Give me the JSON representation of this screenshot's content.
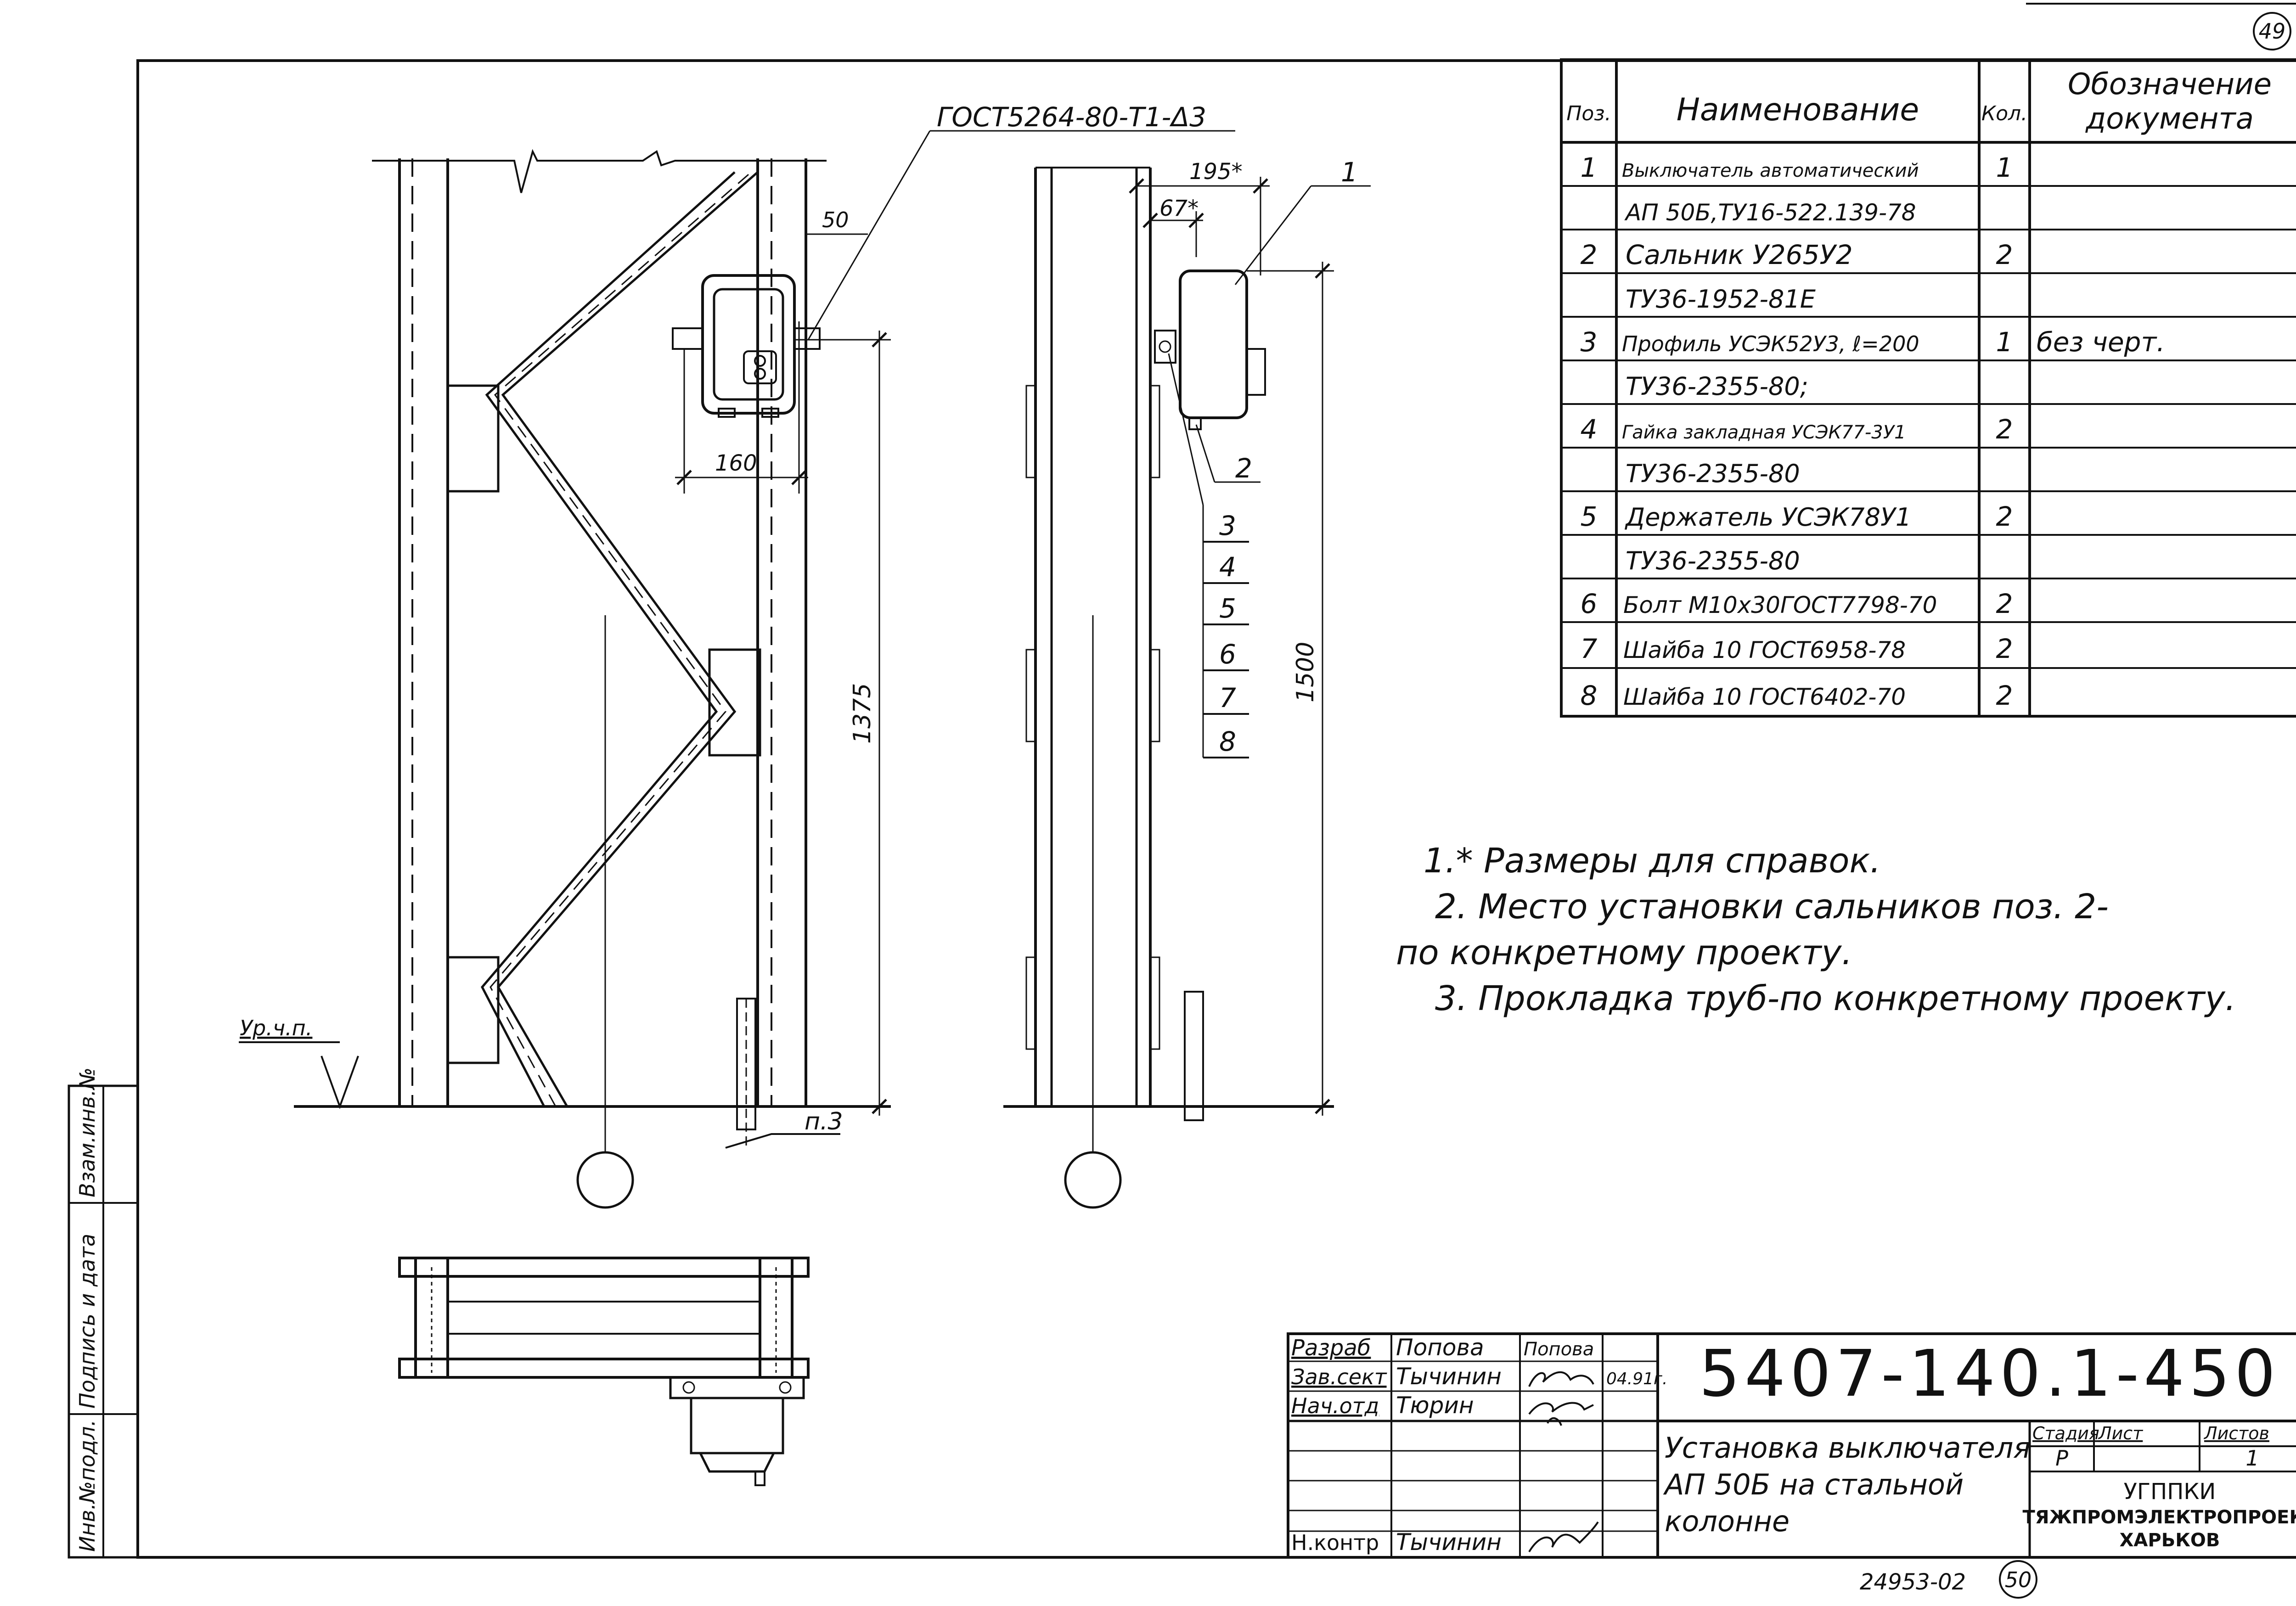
{
  "sheet_number_top": "49",
  "sheet_number_bottom": "50",
  "archive_number": "24953-02",
  "drawing": {
    "weld_note": "ГОСТ5264-80-Т1-Δ3",
    "dim_50": "50",
    "dim_160": "160",
    "dim_1375": "1375",
    "dim_195": "195*",
    "dim_67": "67*",
    "dim_1500": "1500",
    "level_label": "Ур.ч.п.",
    "pipe_label": "п.3",
    "callouts": [
      "1",
      "2",
      "3",
      "4",
      "5",
      "6",
      "7",
      "8"
    ]
  },
  "spec_table": {
    "headers": {
      "pos": "Поз.",
      "name": "Наименование",
      "qty": "Кол.",
      "doc_line1": "Обозначение",
      "doc_line2": "документа"
    },
    "rows": [
      {
        "pos": "1",
        "name": "Выключатель автоматический",
        "qty": "1",
        "doc": ""
      },
      {
        "pos": "",
        "name": "АП 50Б,ТУ16-522.139-78",
        "qty": "",
        "doc": ""
      },
      {
        "pos": "2",
        "name": "Сальник У265У2",
        "qty": "2",
        "doc": ""
      },
      {
        "pos": "",
        "name": "ТУ36-1952-81Е",
        "qty": "",
        "doc": ""
      },
      {
        "pos": "3",
        "name": "Профиль УСЭК52У3, ℓ=200",
        "qty": "1",
        "doc": "без черт."
      },
      {
        "pos": "",
        "name": "ТУ36-2355-80;",
        "qty": "",
        "doc": ""
      },
      {
        "pos": "4",
        "name": "Гайка закладная УСЭК77-3У1",
        "qty": "2",
        "doc": ""
      },
      {
        "pos": "",
        "name": "ТУ36-2355-80",
        "qty": "",
        "doc": ""
      },
      {
        "pos": "5",
        "name": "Держатель УСЭК78У1",
        "qty": "2",
        "doc": ""
      },
      {
        "pos": "",
        "name": "ТУ36-2355-80",
        "qty": "",
        "doc": ""
      },
      {
        "pos": "6",
        "name": "Болт М10х30ГОСТ7798-70",
        "qty": "2",
        "doc": ""
      },
      {
        "pos": "7",
        "name": "Шайба 10 ГОСТ6958-78",
        "qty": "2",
        "doc": ""
      },
      {
        "pos": "8",
        "name": "Шайба 10 ГОСТ6402-70",
        "qty": "2",
        "doc": ""
      }
    ]
  },
  "notes": [
    "1.* Размеры для справок.",
    "2. Место установки сальников поз. 2-",
    "по конкретному проекту.",
    "3. Прокладка труб-по конкретному проекту."
  ],
  "side_stamp": [
    "Инв.№подл.",
    "Подпись и дата",
    "Взам.инв.№"
  ],
  "title_block": {
    "designation": "5407-140.1-450",
    "title_line1": "Установка выключателя",
    "title_line2": "АП 50Б на стальной",
    "title_line3": "колонне",
    "roles": [
      "Разраб",
      "Зав.сект",
      "Нач.отд",
      "Н.контр"
    ],
    "names": [
      "Попова",
      "Тычинин",
      "Тюрин",
      "Тычинин"
    ],
    "sign_popova": "Попова",
    "date": "04.91г.",
    "stage_label": "Стадия",
    "sheet_label": "Лист",
    "sheets_label": "Листов",
    "stage": "Р",
    "sheets": "1",
    "org_line1": "УГППКИ",
    "org_line2": "ТЯЖПРОМЭЛЕКТРОПРОЕКТ",
    "org_line3": "ХАРЬКОВ"
  }
}
